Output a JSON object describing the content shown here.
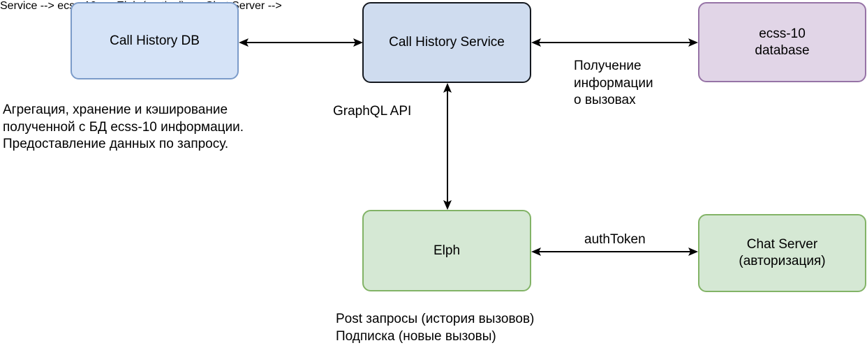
{
  "diagram": {
    "title": "Call History Service architecture diagram",
    "background": "#ffffff",
    "colors": {
      "blue_fill": "#d5e3f7",
      "blue_stroke": "#7b9bc9",
      "blue_service_fill": "#cfdcef",
      "blue_service_stroke": "#14181f",
      "purple_fill": "#e1d5e7",
      "purple_stroke": "#9673a6",
      "green_fill": "#d5e8d4",
      "green_stroke": "#82b366",
      "edge_color": "#000000",
      "text_color": "#000000"
    }
  },
  "nodes": {
    "call_history_db": {
      "label": "Call History DB"
    },
    "call_history_service": {
      "label": "Call History Service"
    },
    "ecss10_database": {
      "label": "ecss-10\ndatabase"
    },
    "elph": {
      "label": "Elph"
    },
    "chat_server": {
      "label": "Chat Server\n(авторизация)"
    }
  },
  "edge_labels": {
    "graphql_api": "GraphQL API",
    "poluchenie_info": "Получение\nинформации\nо вызовах",
    "auth_token": "authToken"
  },
  "annotations": {
    "db_description": "Агрегация, хранение и кэширование\nполученной с БД ecss-10 информации.\nПредоставление данных по запросу.",
    "elph_description": "Post запросы (история вызовов)\nПодписка (новые вызовы)"
  },
  "edges": [
    {
      "name": "db-service",
      "from": "call_history_db",
      "to": "call_history_service",
      "arrows": "both"
    },
    {
      "name": "service-ecss10",
      "from": "call_history_service",
      "to": "ecss10_database",
      "arrows": "both"
    },
    {
      "name": "service-elph",
      "from": "call_history_service",
      "to": "elph",
      "arrows": "both"
    },
    {
      "name": "elph-chatserver",
      "from": "elph",
      "to": "chat_server",
      "arrows": "both"
    }
  ]
}
